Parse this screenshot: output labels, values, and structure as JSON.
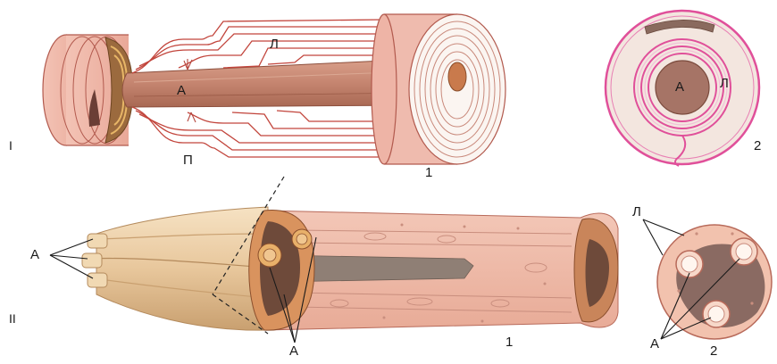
{
  "panel_I": {
    "roman": "I",
    "label_L": "Л",
    "label_A": "А",
    "label_P": "П",
    "number": "1",
    "cross_section": {
      "label_A": "А",
      "label_L": "Л",
      "number": "2"
    }
  },
  "panel_II": {
    "roman": "II",
    "label_A_left": "А",
    "label_A_bottom": "А",
    "number": "1",
    "cross_section": {
      "label_L": "Л",
      "label_A": "А",
      "number": "2"
    }
  },
  "colors": {
    "myelin_pink": "#f2b8aa",
    "myelin_edge": "#c2453c",
    "axon": "#c98a72",
    "axon_core": "#b26a52",
    "membrane_magenta": "#e0509a",
    "nucleus_brown": "#7a4a38",
    "tissue_tan": "#e8c9a0",
    "cytoplasm_pink": "#f0b7a4",
    "grey_core": "#8f7f75"
  }
}
